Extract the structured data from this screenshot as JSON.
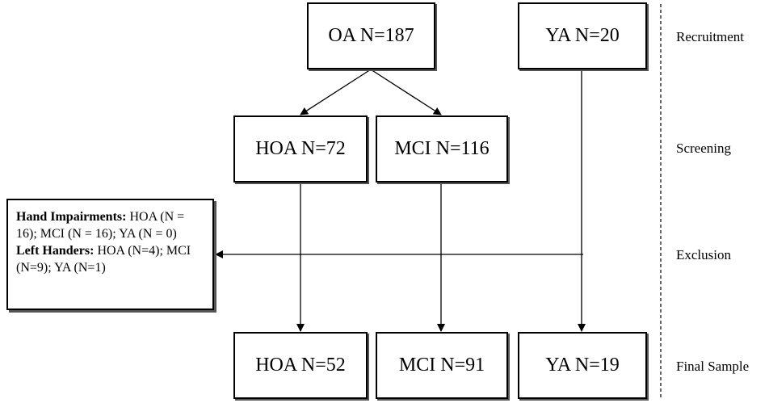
{
  "boxes": {
    "oa": "OA N=187",
    "ya": "YA N=20",
    "hoa_screen": "HOA N=72",
    "mci_screen": "MCI N=116",
    "hoa_final": "HOA N=52",
    "mci_final": "MCI N=91",
    "ya_final": "YA N=19"
  },
  "stages": {
    "recruitment": "Recruitment",
    "screening": "Screening",
    "exclusion": "Exclusion",
    "final": "Final Sample"
  },
  "exclusion": {
    "hand_heading": "Hand Impairments:",
    "hand_text": " HOA (N = 16); MCI (N = 16); YA (N = 0)",
    "left_heading": "Left Handers:",
    "left_text": " HOA (N=4); MCI (N=9); YA (N=1)"
  }
}
